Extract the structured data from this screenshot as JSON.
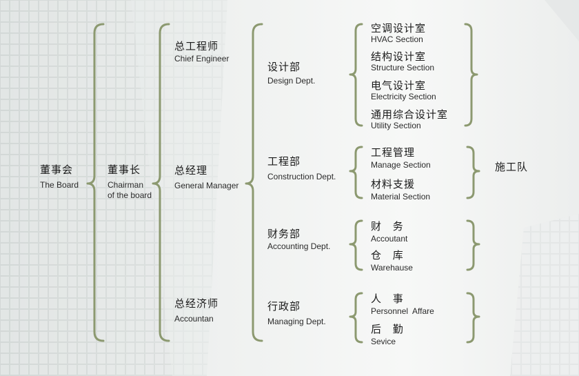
{
  "colors": {
    "brace": "#8c9970",
    "text": "#1a1a1a",
    "background_light": "#f4f5f4",
    "background_dark": "#c9cfce"
  },
  "nodes": {
    "board": {
      "zh": "董事会",
      "en": "The Board"
    },
    "chairman": {
      "zh": "董事长",
      "en_line1": "Chairman",
      "en_line2": "of the board"
    },
    "chief_engineer": {
      "zh": "总工程师",
      "en": "Chief Engineer"
    },
    "general_manager": {
      "zh": "总经理",
      "en": "General Manager"
    },
    "chief_accountant": {
      "zh": "总经济师",
      "en": "Accountan"
    },
    "design": {
      "zh": "设计部",
      "en": "Design Dept."
    },
    "construction": {
      "zh": "工程部",
      "en": "Construction Dept."
    },
    "accounting": {
      "zh": "财务部",
      "en": "Accounting Dept."
    },
    "managing": {
      "zh": "行政部",
      "en": "Managing Dept."
    },
    "hvac": {
      "zh": "空调设计室",
      "en": "HVAC Section"
    },
    "structure": {
      "zh": "结构设计室",
      "en": "Structure Section"
    },
    "electricity": {
      "zh": "电气设计室",
      "en": "Electricity Section"
    },
    "utility": {
      "zh": "通用综合设计室",
      "en": "Utility Section"
    },
    "manage_section": {
      "zh": "工程管理",
      "en": "Manage Section"
    },
    "material_section": {
      "zh": "材料支援",
      "en": "Material Section"
    },
    "accountant": {
      "zh": "财 务",
      "en": "Accoutant"
    },
    "warehouse": {
      "zh": "仓 库",
      "en": "Warehause"
    },
    "personnel": {
      "zh": "人 事",
      "en": "Personnel  Affare"
    },
    "service": {
      "zh": "后 勤",
      "en": "Sevice"
    },
    "construction_team": {
      "zh": "施工队"
    }
  }
}
